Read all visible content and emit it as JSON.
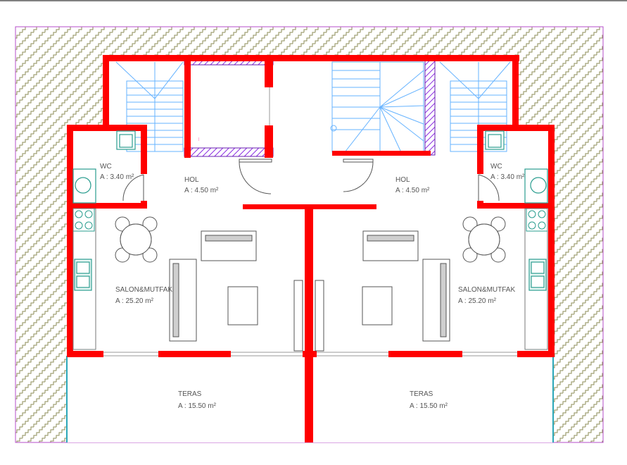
{
  "colors": {
    "wall": "#ff0000",
    "stair": "#66b3ff",
    "hatch": "#8b8b55",
    "border": "#b44cc8",
    "fixture": "#2a9d8f",
    "furniture": "#555555",
    "accent_text": "#ff3399"
  },
  "icons": [
    "stair-icon",
    "toilet-icon",
    "sink-icon",
    "stove-icon",
    "dining-table-icon",
    "sofa-icon",
    "armchair-icon",
    "coffee-table-icon",
    "door-swing-icon"
  ],
  "rooms": {
    "wc_left": {
      "name": "WC",
      "area": "A : 3.40 m²"
    },
    "hol_left": {
      "name": "HOL",
      "area": "A : 4.50 m²"
    },
    "salon_left": {
      "name": "SALON&MUTFAK",
      "area": "A : 25.20 m²"
    },
    "teras_left": {
      "name": "TERAS",
      "area": "A : 15.50 m²"
    },
    "wc_right": {
      "name": "WC",
      "area": "A : 3.40 m²"
    },
    "hol_right": {
      "name": "HOL",
      "area": "A : 4.50 m²"
    },
    "salon_right": {
      "name": "SALON&MUTFAK",
      "area": "A : 25.20 m²"
    },
    "teras_right": {
      "name": "TERAS",
      "area": "A : 15.50 m²"
    }
  }
}
